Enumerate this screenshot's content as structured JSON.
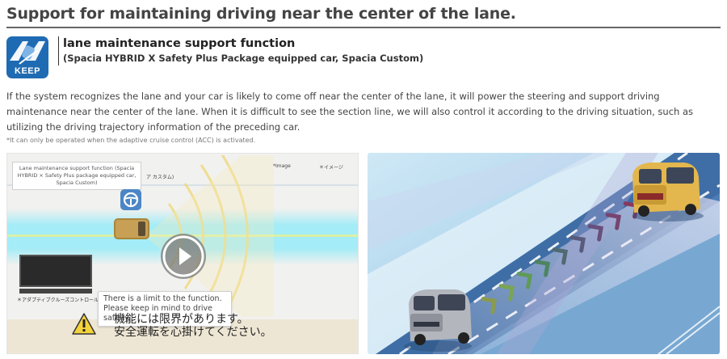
{
  "page": {
    "title": "Support for maintaining driving near the center of the lane."
  },
  "feature": {
    "icon_name": "keep-lane-icon",
    "icon_label": "KEEP",
    "icon_color": "#1f6bb3",
    "title": "lane maintenance support function",
    "subtitle": "(Spacia HYBRID X Safety Plus Package equipped car, Spacia Custom)"
  },
  "description": "If the system recognizes the lane and your car is likely to come off near the center of the lane, it will power the steering and support driving maintenance near the center of the lane. When it is difficult to see the section line, we will also control it according to the driving situation, such as utilizing the driving trajectory information of the preceding car.",
  "footnote": "*It can only be operated when the adaptive cruise control (ACC) is activated.",
  "video": {
    "label_text": "Lane maintenance support function (Spacia HYBRID × Safety Plus package equipped car, Spacia Custom)",
    "jp_fragment": "ア カスタム)",
    "image_tag": "*Image",
    "image_tag_jp": "＊イメージ",
    "acc_note": "＊アダプティブクルーズコントロール(AC",
    "play_icon": "play-icon",
    "tooltip": "There is a limit to the function. Please keep in mind to drive safe-ly.",
    "warning_icon": "warning-icon",
    "jp_warning_line1": "機能には限界があります。",
    "jp_warning_line2": "安全運転を心掛けてください。"
  },
  "illustration": {
    "road_color": "#3f6ea6",
    "guide_arrow_colors": [
      "#7a8a4a",
      "#6f9a54",
      "#4f7d64",
      "#4d5a7a",
      "#6b4e70",
      "#7c3b5a",
      "#8e3348"
    ]
  }
}
